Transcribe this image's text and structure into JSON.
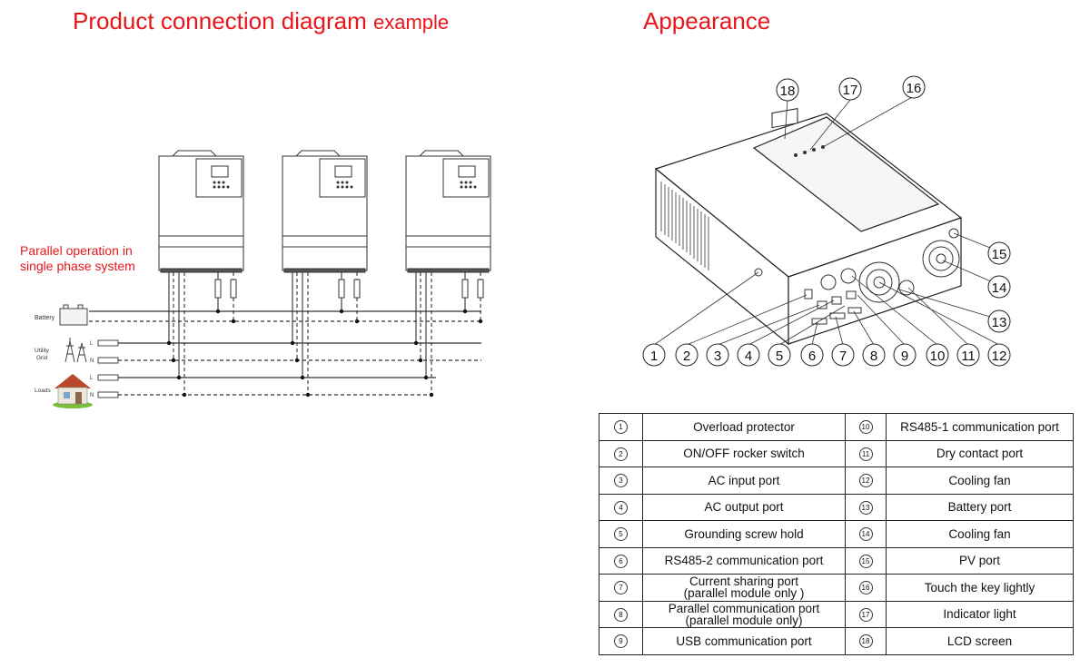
{
  "titles": {
    "left_main": "Product connection diagram",
    "left_small": "example",
    "right": "Appearance"
  },
  "diagram": {
    "note_line1": "Parallel operation in",
    "note_line2": "single phase system",
    "battery_label": "Battery",
    "grid_label_1": "Utility",
    "grid_label_2": "Grid",
    "loads_label": "Loads",
    "L": "L",
    "N": "N"
  },
  "appearance": {
    "callouts": [
      "1",
      "2",
      "3",
      "4",
      "5",
      "6",
      "7",
      "8",
      "9",
      "10",
      "11",
      "12",
      "13",
      "14",
      "15",
      "16",
      "17",
      "18"
    ]
  },
  "legend": {
    "rows": [
      {
        "n1": "1",
        "d1": "Overload protector",
        "n2": "10",
        "d2": "RS485-1 communication port"
      },
      {
        "n1": "2",
        "d1": "ON/OFF rocker switch",
        "n2": "11",
        "d2": "Dry contact port"
      },
      {
        "n1": "3",
        "d1": "AC input port",
        "n2": "12",
        "d2": "Cooling fan"
      },
      {
        "n1": "4",
        "d1": "AC output port",
        "n2": "13",
        "d2": "Battery port"
      },
      {
        "n1": "5",
        "d1": "Grounding screw hold",
        "n2": "14",
        "d2": "Cooling fan"
      },
      {
        "n1": "6",
        "d1": "RS485-2 communication port",
        "n2": "15",
        "d2": "PV port"
      },
      {
        "n1": "7",
        "d1a": "Current sharing port",
        "d1b": "(parallel module only )",
        "n2": "16",
        "d2": "Touch the key lightly"
      },
      {
        "n1": "8",
        "d1a": "Parallel communication port",
        "d1b": "(parallel module only)",
        "n2": "17",
        "d2": "Indicator light"
      },
      {
        "n1": "9",
        "d1": "USB communication port",
        "n2": "18",
        "d2": "LCD screen"
      }
    ]
  }
}
